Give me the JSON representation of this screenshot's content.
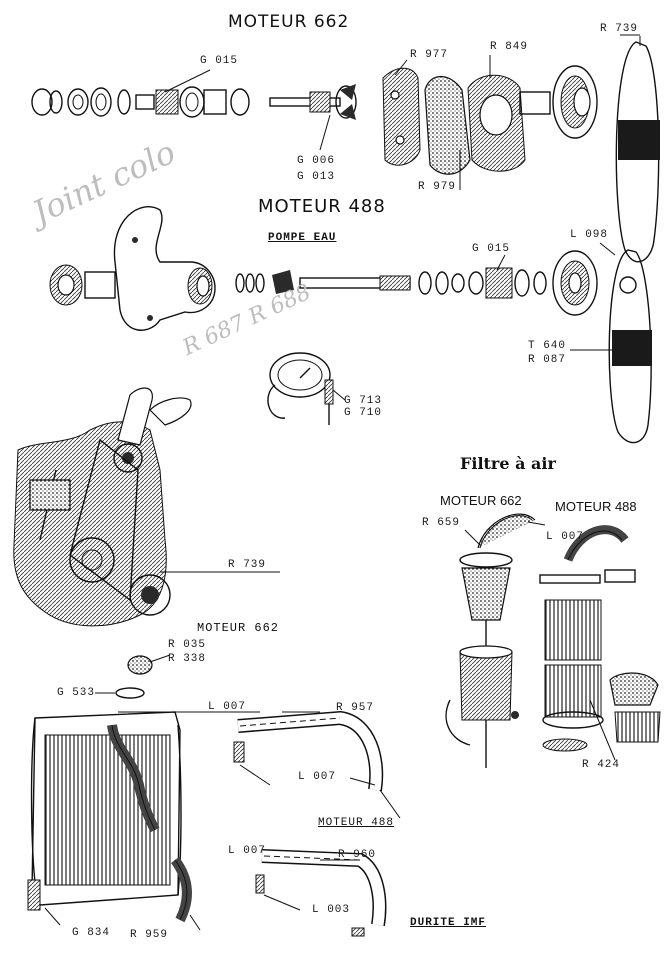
{
  "titles": {
    "moteur662_top": "MOTEUR 662",
    "moteur488_mid": "MOTEUR 488",
    "pompe_eau": "POMPE EAU",
    "filtre_air": "Filtre à air",
    "filtre_moteur662": "MOTEUR 662",
    "filtre_moteur488": "MOTEUR 488",
    "radiateur_moteur662": "MOTEUR 662",
    "durite_moteur488": "MOTEUR 488",
    "durite_imf": "DURITE IMF"
  },
  "parts": {
    "g015_top": "G 015",
    "r977": "R 977",
    "r849": "R 849",
    "r739_top": "R 739",
    "g006": "G 006",
    "g013": "G 013",
    "r979": "R 979",
    "g015_mid": "G 015",
    "l098": "L 098",
    "t640": "T 640",
    "r087": "R 087",
    "g713": "G 713",
    "g710": "G 710",
    "r739_engine": "R 739",
    "r659": "R 659",
    "l007_filter": "L 007",
    "r424": "R 424",
    "r035": "R 035",
    "r338": "R 338",
    "g533": "G 533",
    "l007_rad": "L 007",
    "r957": "R 957",
    "l007_hose": "L 007",
    "l007_low": "L 007",
    "r960": "R 960",
    "l003": "L 003",
    "g834": "G 834",
    "r959": "R 959"
  },
  "handwriting": {
    "left": "Joint colo",
    "middle": "R 687  R 688"
  }
}
